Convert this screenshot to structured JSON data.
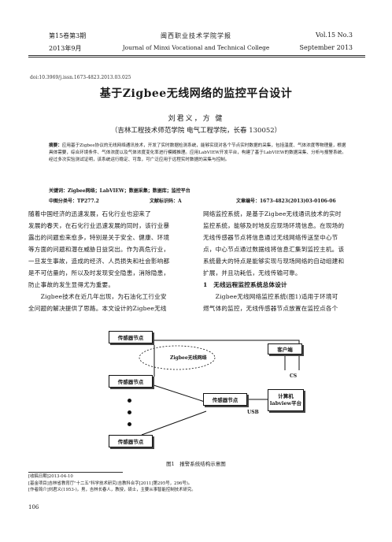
{
  "header": {
    "issue_cn": "第15卷第3期",
    "date_cn": "2013年9月",
    "journal_cn": "闽西职业技术学院学报",
    "journal_en": "Journal of Minxi Vocational and Technical College",
    "issue_en": "Vol.15 No.3",
    "date_en": "September 2013"
  },
  "doi": "doi:10.3969/j.issn.1673-4823.2013.03.025",
  "title": "基于Zigbee无线网络的监控平台设计",
  "authors": "刘君义，方 健",
  "affiliation": "（吉林工程技术师范学院 电气工程学院，长春 130052）",
  "abstract": {
    "label": "摘要：",
    "text": "应用基于Zigbee协议的无线网络通讯技术，开发了实时数据检测系统，能够实现对各个节点实时数据的采集，包括温度、气体浓度等物理量，根据具体需要，综合环境条件、气体浓度以及气体浓度变化率进行模糊推理。应用LabVIEW开发平台，构建了基于LabVIEW的数据采集、分析与报警系统。经过多次实验测试证明，该系统运行稳定、可靠，可广泛应用于远程实时数据的采集与控制。"
  },
  "keywords": "关键词：Zigbee网络；LabVIEW；数据采集；数据库；监控平台",
  "classification": "中图分类号：TP277.2",
  "doc_code": "文献标识码：A",
  "article_no": "文章编号：1673-4823(2013)03-0106-06",
  "left_column": [
    "随着中国经济的迅速发展，石化行业也迎来了",
    "发展的春天，在石化行业迅速发展的同时，该行业暴",
    "露出的问题愈来愈多，特别是关于安全、健康、环境",
    "等方面的问题和潜在威胁日益突出。作为高危行业，",
    "一旦发生事故，造成的经济、人员损失和社会影响都",
    "是不可估量的，所以及时发现安全隐患，消除隐患，",
    "防止事故的发生显得尤为重要。",
    "　　Zigbee技术在近几年出现，为石油化工行业安",
    "全问题的解决提供了思路。本文设计的Zigbee无线"
  ],
  "right_column": [
    "网络监控系统，是基于Zigbee无线通讯技术的实时",
    "监控系统，能够及时地反应现场环境信息。在现场的",
    "无线传感器节点将信息通过无线网络传送至中心节",
    "点，中心节点通过数据线将信息汇集到监控主机。该",
    "系统最大的特点是能够实现与现场网络的自动组建和",
    "扩展，并且功耗低，无线传输可靠。"
  ],
  "section1_title": "1　无线远程监控系统总体设计",
  "right_column_2": [
    "　　Zigbee无线网络监控系统(图1)适用于环境可",
    "燃气体的监控，无线传感器节点放置在监控点各个"
  ],
  "diagram": {
    "sensor_node": "传感器节点",
    "network_label": "Zigbee无线网络",
    "client": "客户端",
    "cs_label": "CS",
    "computer": "计算机",
    "platform": "labview平台",
    "usb_label": "USB"
  },
  "figure_caption": "图1　报警系统结构示意图",
  "footnotes": [
    "[收稿日期]2013-04-10",
    "[基金项目]吉林省教育厅\"十二五\"科学技术研究(吉教科合字[2011]第295号，296号)。",
    "[作者简介]刘君义(1953-)，男，吉林长春人，教授，硕士，主要从事智能控制技术研究。"
  ],
  "page_number": "106"
}
